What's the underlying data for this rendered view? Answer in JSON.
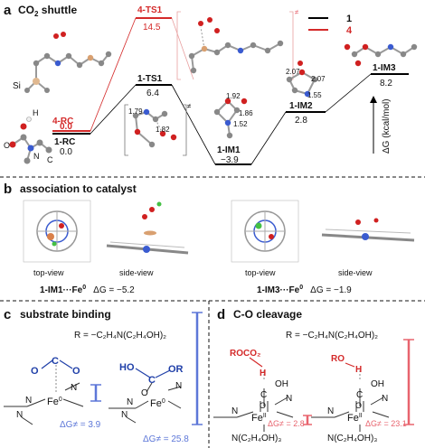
{
  "panel_a": {
    "letter": "a",
    "title_prefix": "CO",
    "title_sub": "2",
    "title_suffix": " shuttle",
    "legend": [
      {
        "label": "1",
        "color": "#000000"
      },
      {
        "label": "4",
        "color": "#d42a2a"
      }
    ],
    "states": [
      {
        "name": "1-RC",
        "energy": "0.0"
      },
      {
        "name": "4-RC",
        "energy": "0.0"
      },
      {
        "name": "1-TS1",
        "energy": "6.4"
      },
      {
        "name": "4-TS1",
        "energy": "14.5"
      },
      {
        "name": "1-IM1",
        "energy": "−3.9"
      },
      {
        "name": "1-IM2",
        "energy": "2.8"
      },
      {
        "name": "1-IM3",
        "energy": "8.2"
      }
    ],
    "axis_label": "ΔG (kcal/mol)",
    "ts_mark": "≠",
    "atom_labels": {
      "si": "Si",
      "o": "O",
      "h": "H",
      "n": "N",
      "c": "C"
    },
    "distances": {
      "ts1_a": "1.79",
      "ts1_b": "1.82",
      "im1_a": "1.92",
      "im1_b": "1.86",
      "im1_c": "1.52",
      "im2_a": "2.07",
      "im2_b": "2.07",
      "im2_c": "1.55"
    }
  },
  "panel_b": {
    "letter": "b",
    "title": "association to catalyst",
    "views": [
      "top-view",
      "side-view",
      "top-view",
      "side-view"
    ],
    "complex1": {
      "name": "1-IM1···Fe",
      "sup": "0",
      "dg_label": "ΔG = ",
      "dg": "−5.2"
    },
    "complex2": {
      "name": "1-IM3···Fe",
      "sup": "0",
      "dg_label": "ΔG = ",
      "dg": "−1.9"
    }
  },
  "panel_c": {
    "letter": "c",
    "title": "substrate binding",
    "r_def": "R = −C₂H₄N(C₂H₄OH)₂",
    "left": {
      "atoms": [
        "O",
        "C",
        "O"
      ],
      "metal": "Fe",
      "metal_sup": "0",
      "n": "N",
      "barrier_label": "ΔG≠ = ",
      "barrier": "3.9"
    },
    "right": {
      "atoms": [
        "HO",
        "C",
        "OR",
        "O"
      ],
      "metal": "Fe",
      "metal_sup": "0",
      "n": "N",
      "barrier_label": "ΔG≠ = ",
      "barrier": "25.8"
    }
  },
  "panel_d": {
    "letter": "d",
    "title": "C-O cleavage",
    "r_def": "R = −C₂H₄N(C₂H₄OH)₂",
    "left": {
      "fragment": "ROCO₂",
      "h": "H",
      "oh": "OH",
      "c": "C",
      "o": "O",
      "metal": "Fe",
      "metal_sup": "II",
      "n": "N",
      "ligand": "N(C₂H₄OH)₃",
      "barrier_label": "ΔG≠ = ",
      "barrier": "2.8"
    },
    "right": {
      "fragment": "RO",
      "h": "H",
      "oh": "OH",
      "c": "C",
      "o": "O",
      "metal": "Fe",
      "metal_sup": "II",
      "n": "N",
      "ligand": "N(C₂H₄OH)₃",
      "barrier_label": "ΔG≠ = ",
      "barrier": "23.1"
    }
  }
}
